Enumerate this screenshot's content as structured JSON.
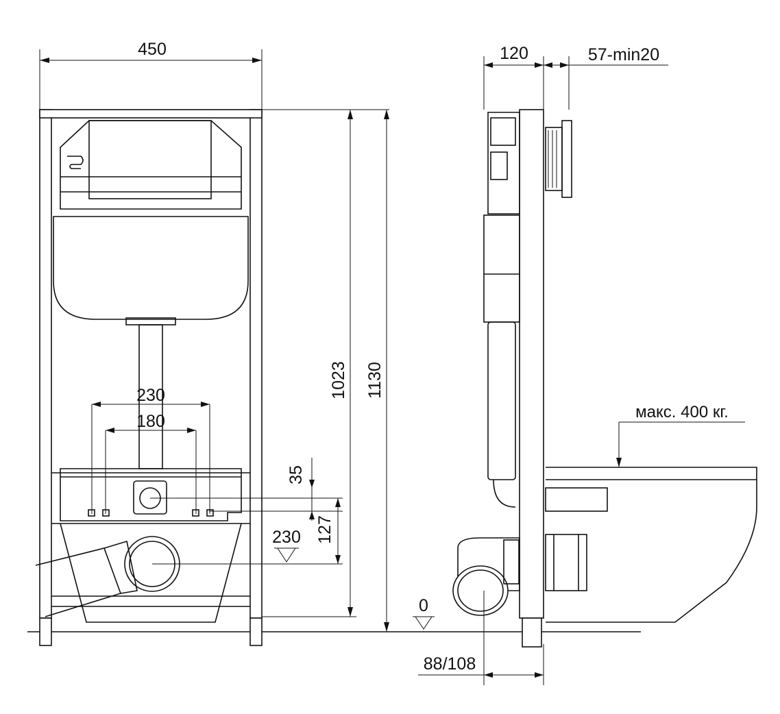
{
  "dimensions": {
    "frame_width": "450",
    "height_inner": "1023",
    "height_total": "1130",
    "outer_spacing": "230",
    "inner_spacing": "180",
    "offset_35": "35",
    "offset_127": "127",
    "level_230": "230",
    "level_0": "0",
    "depth": "120",
    "wall_thickness": "57-min20",
    "pipe_diameter": "88/108",
    "max_load": "макс. 400 кг."
  }
}
